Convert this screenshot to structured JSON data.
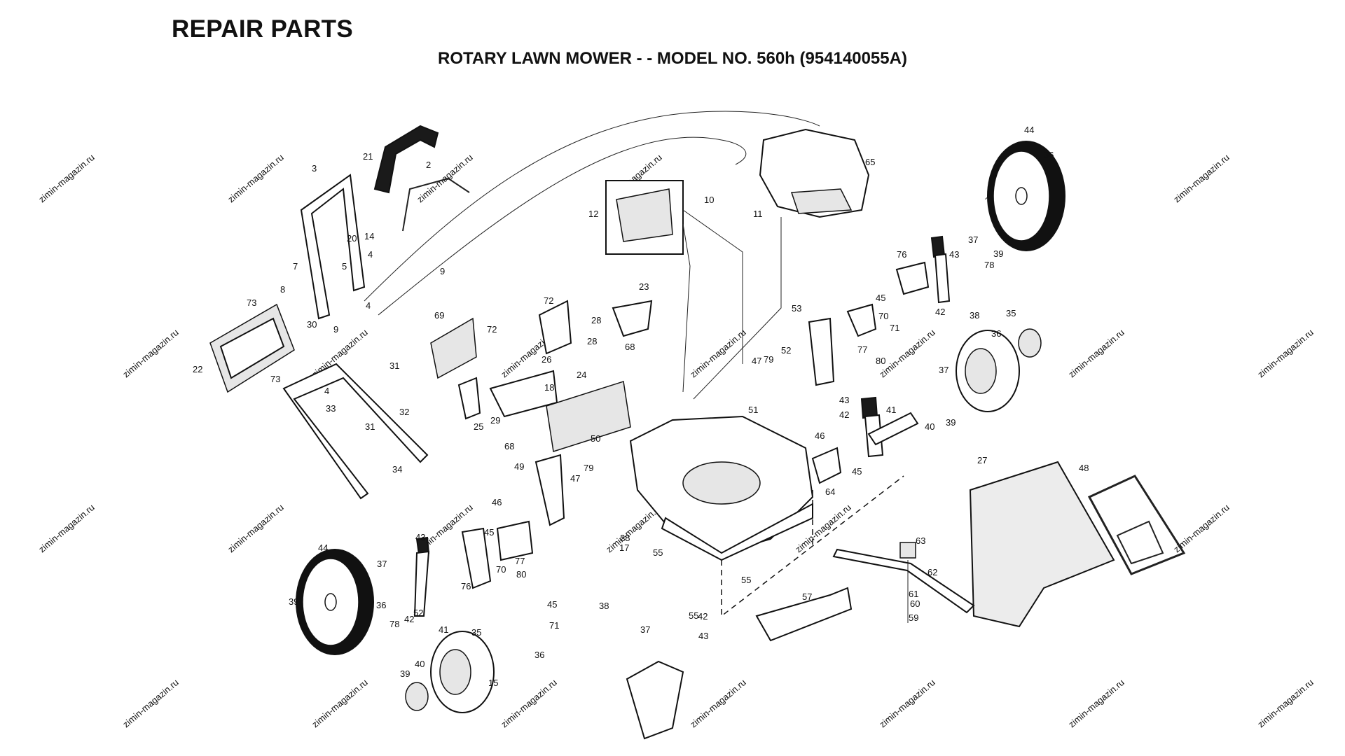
{
  "header": {
    "title": "REPAIR PARTS",
    "subtitle": "ROTARY LAWN MOWER - - MODEL NO. 560h (954140055A)"
  },
  "watermark": "zimin-magazin.ru",
  "callouts": [
    "21",
    "2",
    "3",
    "20",
    "14",
    "9",
    "7",
    "5",
    "4",
    "8",
    "73",
    "30",
    "9",
    "4",
    "22",
    "73",
    "31",
    "4",
    "33",
    "32",
    "31",
    "34",
    "12",
    "10",
    "11",
    "65",
    "44",
    "36",
    "37",
    "43",
    "76",
    "78",
    "39",
    "42",
    "45",
    "70",
    "71",
    "53",
    "47",
    "79",
    "52",
    "77",
    "80",
    "72",
    "23",
    "72",
    "26",
    "28",
    "28",
    "69",
    "24",
    "68",
    "18",
    "25",
    "29",
    "68",
    "38",
    "35",
    "36",
    "37",
    "51",
    "43",
    "42",
    "41",
    "40",
    "39",
    "46",
    "45",
    "27",
    "48",
    "50",
    "49",
    "47",
    "79",
    "64",
    "63",
    "62",
    "61",
    "60",
    "59",
    "57",
    "46",
    "45",
    "77",
    "80",
    "76",
    "70",
    "43",
    "44",
    "37",
    "36",
    "39",
    "78",
    "42",
    "52",
    "28",
    "17",
    "55",
    "55",
    "55",
    "43",
    "42",
    "45",
    "71",
    "38",
    "37",
    "41",
    "35",
    "36",
    "39",
    "40",
    "15"
  ]
}
